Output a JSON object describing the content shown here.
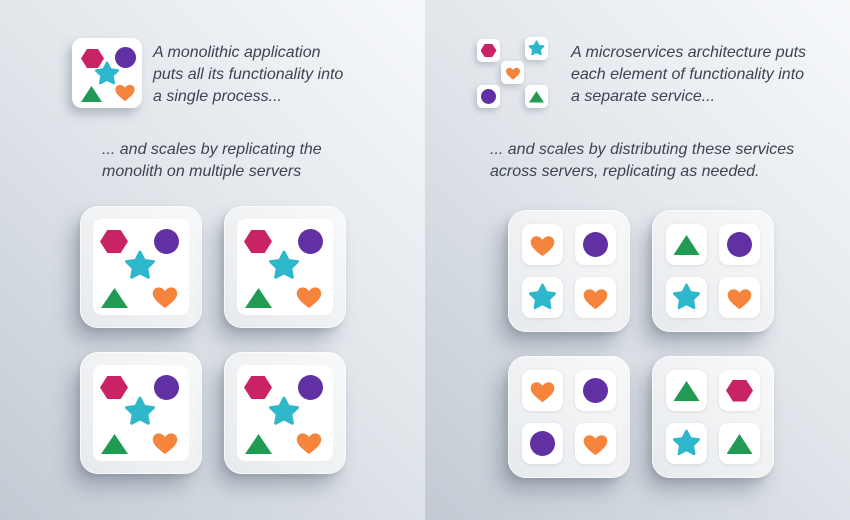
{
  "colors": {
    "hexagon": "#c92365",
    "circle": "#6130a3",
    "star": "#2eb6cb",
    "triangle": "#219a53",
    "heart": "#f5853c",
    "text": "#3d4451",
    "card_gray": "#eceef0",
    "background_light": "#f6f8fa",
    "background_dark": "#c2cad3"
  },
  "left_panel": {
    "intro_text": "A monolithic application\nputs all its functionality into\na single process...",
    "scale_text": "... and scales by replicating the\nmonolith on multiple servers",
    "icon_shapes": [
      "hexagon",
      "circle",
      "star",
      "triangle",
      "heart"
    ],
    "cards": [
      {
        "shapes": [
          "hexagon",
          "circle",
          "star",
          "triangle",
          "heart"
        ]
      },
      {
        "shapes": [
          "hexagon",
          "circle",
          "star",
          "triangle",
          "heart"
        ]
      },
      {
        "shapes": [
          "hexagon",
          "circle",
          "star",
          "triangle",
          "heart"
        ]
      },
      {
        "shapes": [
          "hexagon",
          "circle",
          "star",
          "triangle",
          "heart"
        ]
      }
    ]
  },
  "right_panel": {
    "intro_text": "A microservices architecture puts\neach element of functionality into\na separate service...",
    "scale_text": "... and scales by distributing these services\nacross servers, replicating as needed.",
    "icon_shapes": [
      "hexagon",
      "star",
      "heart",
      "circle",
      "triangle"
    ],
    "cards": [
      {
        "shapes": [
          "heart",
          "circle",
          "star",
          "heart"
        ]
      },
      {
        "shapes": [
          "triangle",
          "circle",
          "star",
          "heart"
        ]
      },
      {
        "shapes": [
          "heart",
          "circle",
          "circle",
          "heart"
        ]
      },
      {
        "shapes": [
          "triangle",
          "hexagon",
          "star",
          "triangle"
        ]
      }
    ]
  }
}
